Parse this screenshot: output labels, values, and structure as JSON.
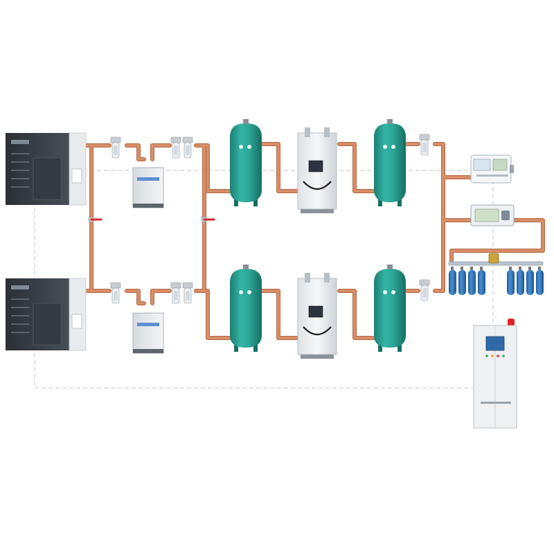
{
  "diagram": {
    "kind": "oxygen generation system flow diagram",
    "trains": 2,
    "icons": {
      "compressor": "air-compressor-icon",
      "dryer": "refrigerated-dryer-icon",
      "filter": "inline-filter-icon",
      "air_tank": "air-receiver-tank-icon",
      "generator": "oxygen-generator-icon",
      "o2_tank": "oxygen-buffer-tank-icon",
      "o2_filter": "sterile-filter-icon",
      "analyzer": "oxygen-analyzer-icon",
      "flowmeter": "flowmeter-icon",
      "cylinder": "gas-cylinder-icon",
      "cabinet": "control-cabinet-icon",
      "valve": "ball-valve-icon"
    },
    "cylinder_rows": [
      4,
      4
    ],
    "colors": {
      "pipe": "#d4875f",
      "pipe_edge": "#b86a46",
      "tank": "#2aa596",
      "tank_dark": "#1a7b70",
      "compressor": "#3b4148",
      "cylinder": "#2f6fb4",
      "valve": "#d42a2a",
      "signal_line": "#c8c8c8",
      "cabinet": "#eef0f2",
      "beacon": "#e02020"
    }
  }
}
